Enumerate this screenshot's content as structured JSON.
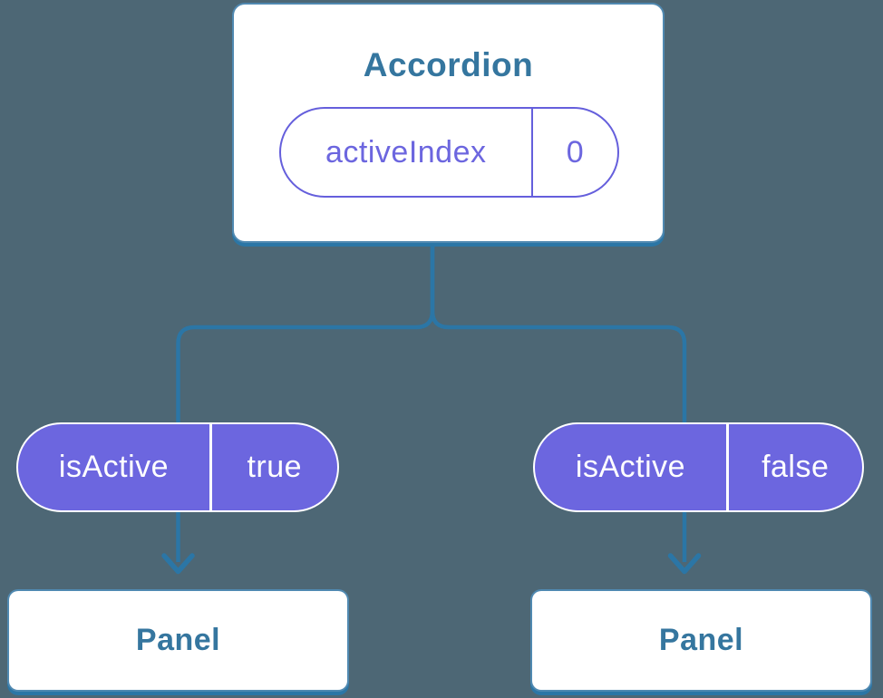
{
  "colors": {
    "background": "#4D6775",
    "node_background": "#FFFFFF",
    "node_border_blue": "#2B76A6",
    "connector_blue": "#2B76A6",
    "heading_text_blue": "#35769F",
    "state_purple": "#6C66DF",
    "pill_text_on_purple": "#FFFFFF"
  },
  "root_node": {
    "title": "Accordion"
  },
  "state_pill": {
    "key": "activeIndex",
    "value": "0"
  },
  "prop_pill_left": {
    "key": "isActive",
    "value": "true"
  },
  "prop_pill_right": {
    "key": "isActive",
    "value": "false"
  },
  "child_left": {
    "title": "Panel"
  },
  "child_right": {
    "title": "Panel"
  },
  "diagram_data": {
    "type": "component-tree",
    "root": "Accordion",
    "root_state": {
      "activeIndex": "0"
    },
    "children": [
      {
        "component": "Panel",
        "prop": {
          "isActive": "true"
        }
      },
      {
        "component": "Panel",
        "prop": {
          "isActive": "false"
        }
      }
    ]
  }
}
